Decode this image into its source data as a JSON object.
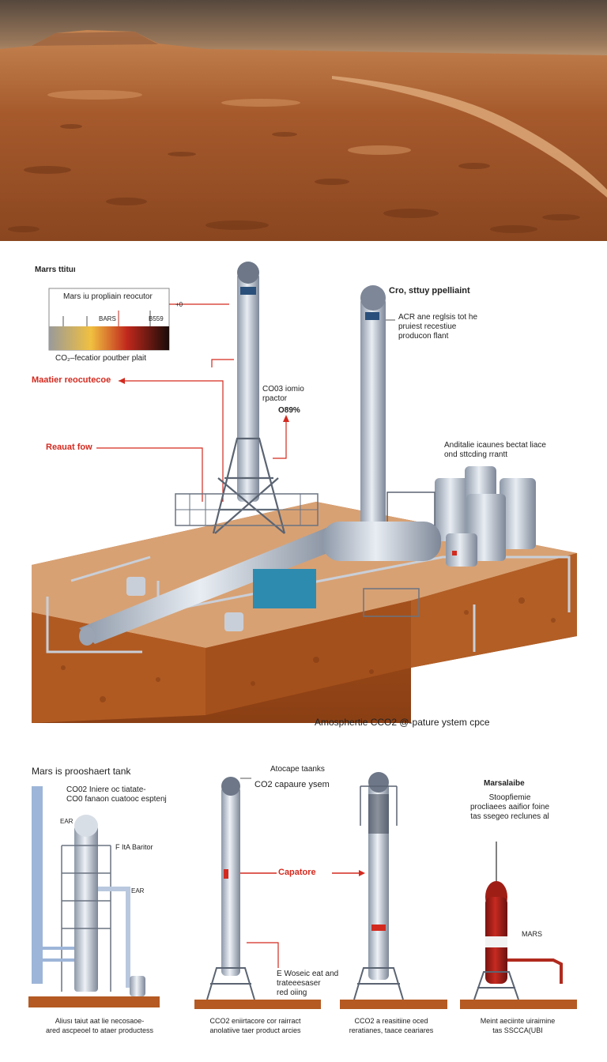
{
  "upper": {
    "mars_station_title": "Marrs ttituı",
    "gauge_title": "Mars iu propliain reocutor",
    "gauge_mark_left": "BARS",
    "gauge_mark_right": "B559",
    "gauge_zero": "+0",
    "gauge_caption": "CO₂–fecatior poutber plait",
    "callout_reactor_left": "Maatier reocutecoe",
    "callout_flow": "Reauat fow",
    "tower_center_label": "CO03 iomio\nrpactor",
    "tower_center_percent": "O89%",
    "tower_right_title": "Cro, sttuy ppelliaint",
    "tower_right_desc": "ACR ane reglsis tot he\npruiest recestiue\nproducon flant",
    "tanks_label": "Anditalie icaunes bectat liace\nond sttcding rrantt",
    "caption_bottom": "Amosphertie CCO2 @-pature ystem cpce"
  },
  "lower": {
    "left_title": "Mars is prooshaert tank",
    "left_desc": "CO02 Iniere oc tiatate-\nCO0 fanaon cuatooc esptenj",
    "left_tag_1": "EAR",
    "left_tag_2": "F ItA Baritor",
    "left_tag_3": "EAR",
    "left_caption": "Aliusı taiut aat lie necosaoe-\nared ascpeoel to ataer productess",
    "mid_title": "Atocape taanks",
    "mid_subtitle": "CO2 capaure ysem",
    "mid_arrow_label": "Capatore",
    "mid_note": "E Woseic eat and\ntrateeesaser\nred oiing",
    "mid_caption_1": "CCO2 eniirtacore cor rairract\nanolatiive taer product arcies",
    "mid_caption_2": "CCO2 a reasitiine oced\nreratianes, taace ceariares",
    "right_title": "Marsalaibe",
    "right_desc": "Stoopfiemie\nprocliaees aaifior foine\ntas ssegeo reclunes al",
    "right_tag": "MARS",
    "right_caption": "Meint aeciinte uiraimine\ntas SSCCA(UBI"
  }
}
